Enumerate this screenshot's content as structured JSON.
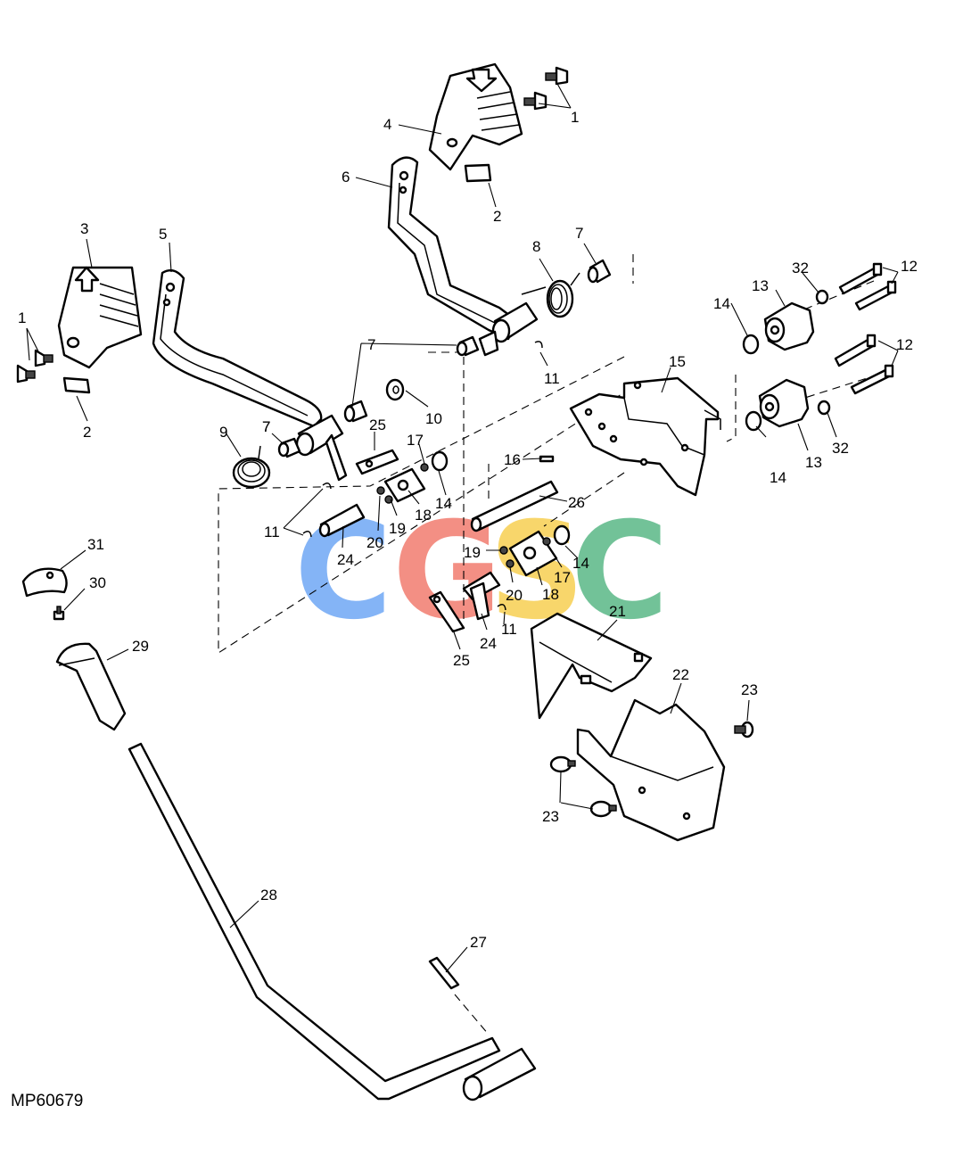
{
  "figure_code": "MP60679",
  "watermark": {
    "letters": [
      "C",
      "G",
      "S",
      "C"
    ],
    "colors": [
      "#6fa8f5",
      "#f27c6f",
      "#f7cf52",
      "#5ab887"
    ]
  },
  "callouts": [
    "1",
    "1",
    "2",
    "2",
    "3",
    "4",
    "5",
    "6",
    "7",
    "7",
    "7",
    "7",
    "8",
    "9",
    "10",
    "11",
    "11",
    "11",
    "12",
    "12",
    "13",
    "13",
    "14",
    "14",
    "14",
    "14",
    "15",
    "16",
    "17",
    "17",
    "18",
    "18",
    "19",
    "19",
    "20",
    "20",
    "21",
    "22",
    "23",
    "23",
    "24",
    "24",
    "25",
    "25",
    "26",
    "27",
    "28",
    "29",
    "30",
    "31",
    "32",
    "32"
  ]
}
